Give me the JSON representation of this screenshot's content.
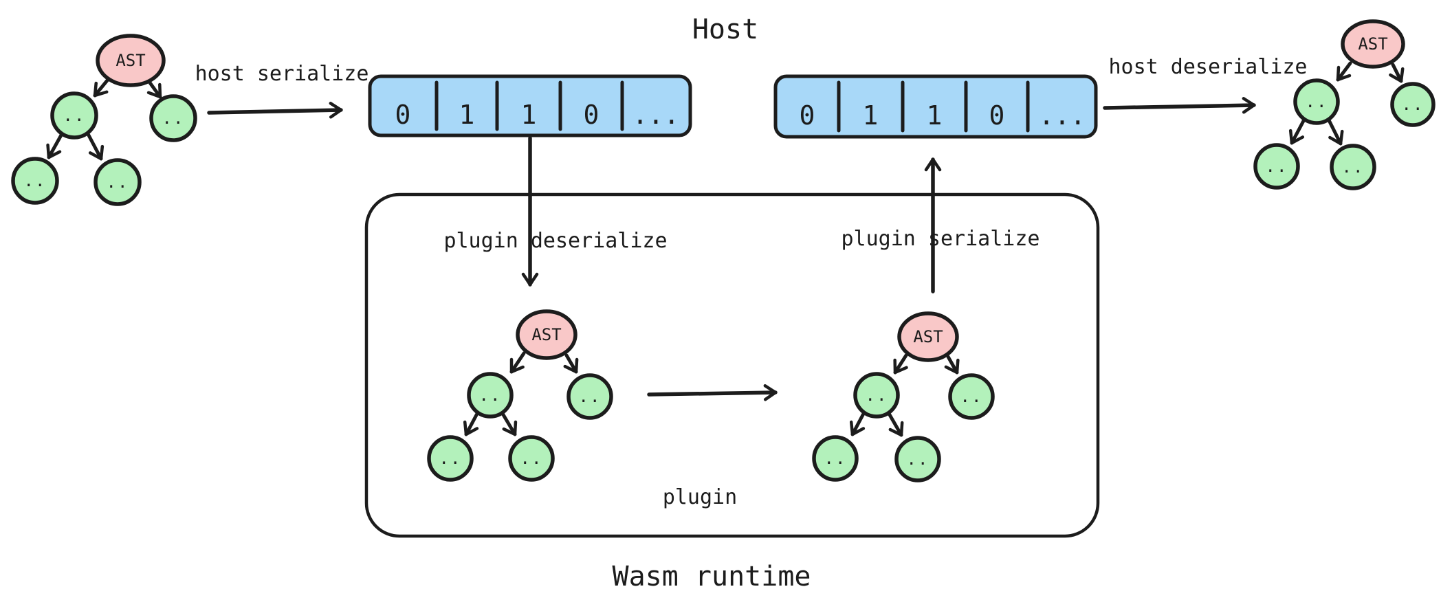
{
  "diagram": {
    "host_title": "Host",
    "wasm_runtime_label": "Wasm runtime",
    "plugin_label": "plugin",
    "arrow_labels": {
      "host_serialize": "host serialize",
      "host_deserialize": "host deserialize",
      "plugin_deserialize": "plugin deserialize",
      "plugin_serialize": "plugin serialize"
    },
    "ast_tree": {
      "root_label": "AST",
      "child_label": "..",
      "structure_note": "root AST with left and right children; left child has two leaf children"
    },
    "byte_array_cells": [
      "0",
      "1",
      "1",
      "0",
      "..."
    ],
    "colors": {
      "ast_root_fill": "#f9c8c8",
      "tree_node_fill": "#b3f1bb",
      "byte_array_fill": "#a8d8f8",
      "ink": "#1c1c1c"
    }
  }
}
